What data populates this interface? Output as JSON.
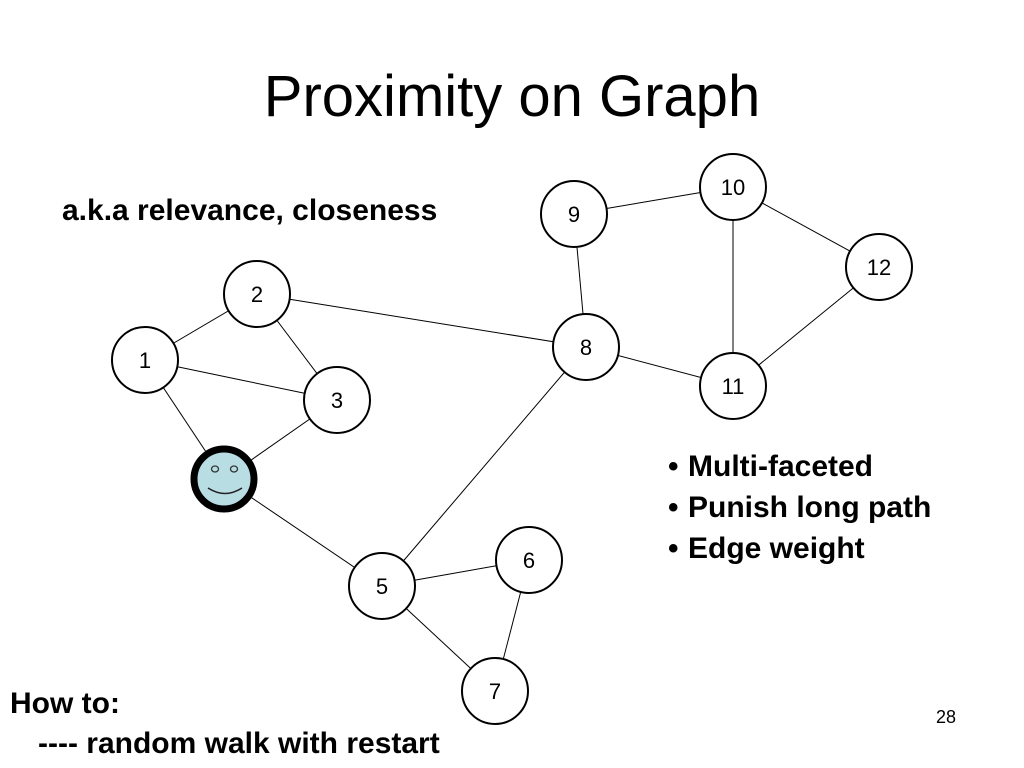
{
  "slide": {
    "title": "Proximity on Graph",
    "subtitle": "a.k.a relevance, closeness",
    "bullets": [
      {
        "marker": "•",
        "text": "Multi-faceted"
      },
      {
        "marker": "•",
        "text": "Punish long path"
      },
      {
        "marker": "•",
        "text": "Edge weight"
      }
    ],
    "how_to": {
      "heading": "How to:",
      "method": "---- random walk with restart"
    },
    "page_number": "28"
  },
  "graph": {
    "query_node": {
      "id": "S",
      "icon": "smiley-face-icon",
      "fill": "#b8dde3",
      "border": "#000000"
    },
    "nodes": [
      {
        "id": "1",
        "label": "1"
      },
      {
        "id": "2",
        "label": "2"
      },
      {
        "id": "3",
        "label": "3"
      },
      {
        "id": "5",
        "label": "5"
      },
      {
        "id": "6",
        "label": "6"
      },
      {
        "id": "7",
        "label": "7"
      },
      {
        "id": "8",
        "label": "8"
      },
      {
        "id": "9",
        "label": "9"
      },
      {
        "id": "10",
        "label": "10"
      },
      {
        "id": "11",
        "label": "11"
      },
      {
        "id": "12",
        "label": "12"
      }
    ],
    "edges": [
      [
        "1",
        "2"
      ],
      [
        "1",
        "3"
      ],
      [
        "1",
        "S"
      ],
      [
        "2",
        "3"
      ],
      [
        "2",
        "8"
      ],
      [
        "3",
        "S"
      ],
      [
        "S",
        "5"
      ],
      [
        "5",
        "8"
      ],
      [
        "5",
        "6"
      ],
      [
        "5",
        "7"
      ],
      [
        "6",
        "7"
      ],
      [
        "8",
        "9"
      ],
      [
        "8",
        "11"
      ],
      [
        "9",
        "10"
      ],
      [
        "10",
        "11"
      ],
      [
        "10",
        "12"
      ],
      [
        "11",
        "12"
      ]
    ]
  }
}
